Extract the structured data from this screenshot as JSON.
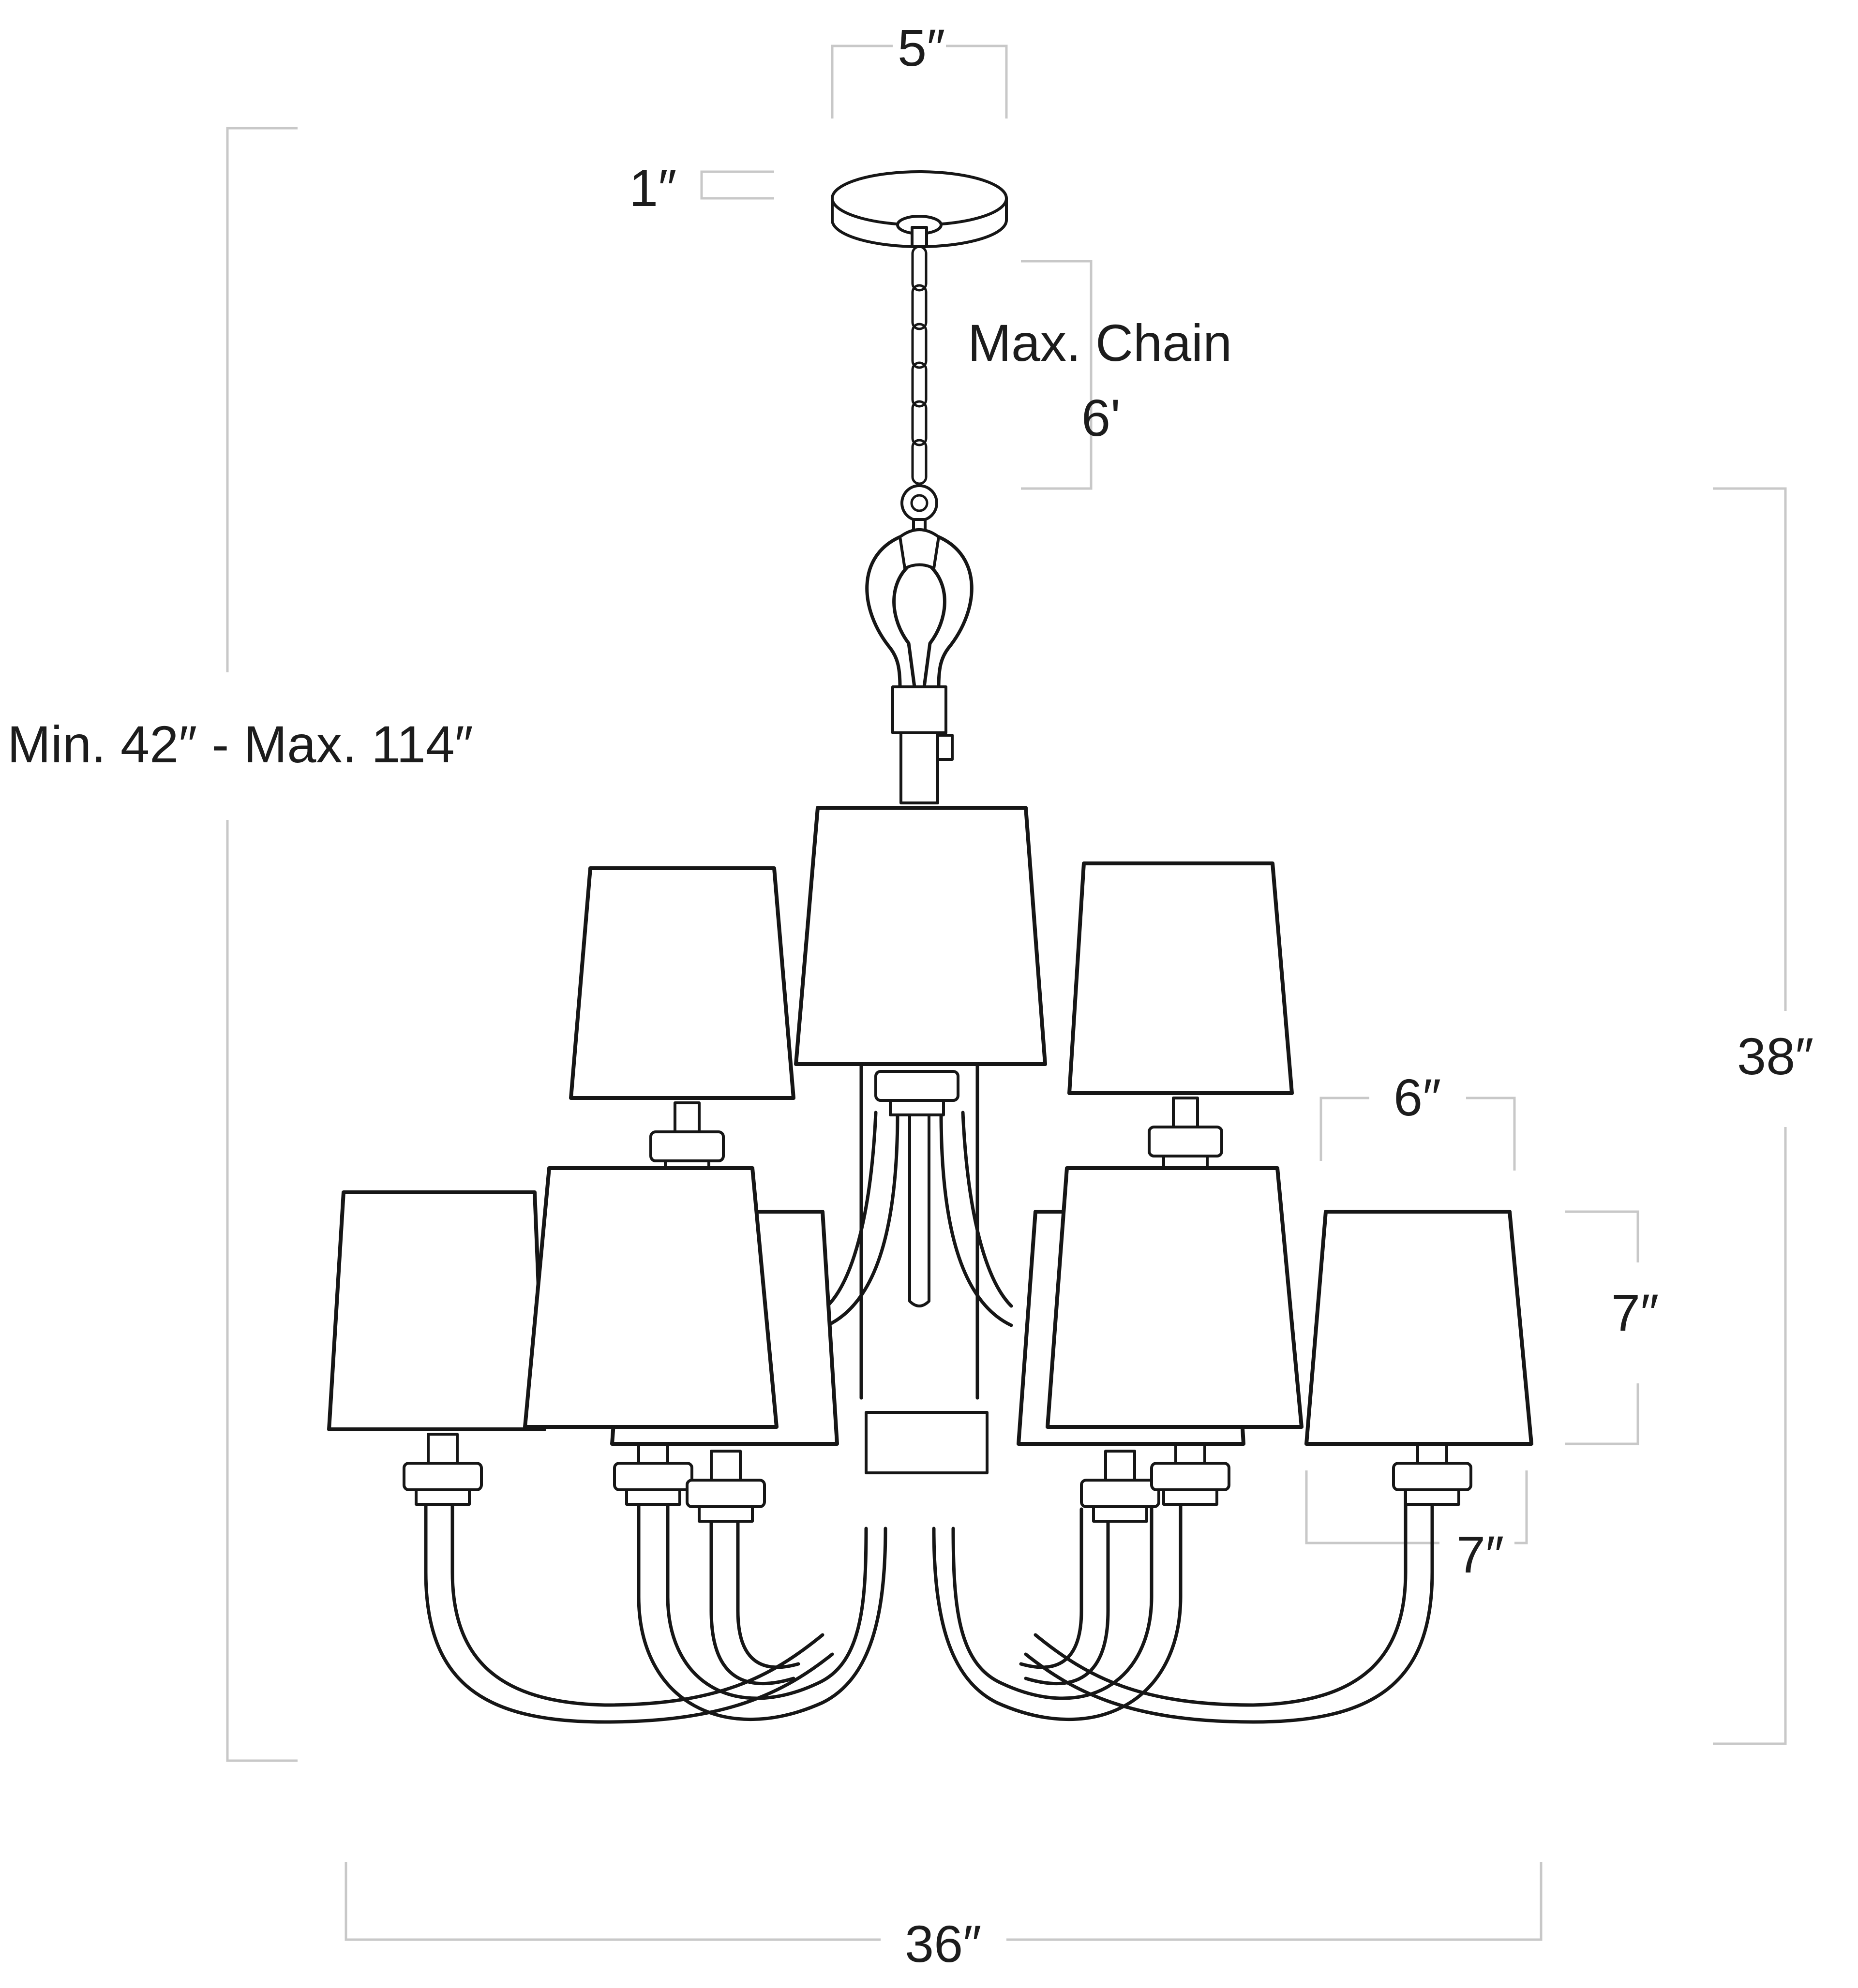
{
  "dimensions": {
    "canopy_width": "5″",
    "canopy_height": "1″",
    "chain_label": "Max. Chain",
    "chain_length": "6'",
    "overall_height": "Min. 42″ - Max. 114″",
    "fixture_height": "38″",
    "shade_top": "6″",
    "shade_height": "7″",
    "shade_bottom": "7″",
    "overall_width": "36″"
  },
  "colors": {
    "line": "#161616",
    "dimension_line": "#c8c8c8",
    "background": "#ffffff"
  }
}
